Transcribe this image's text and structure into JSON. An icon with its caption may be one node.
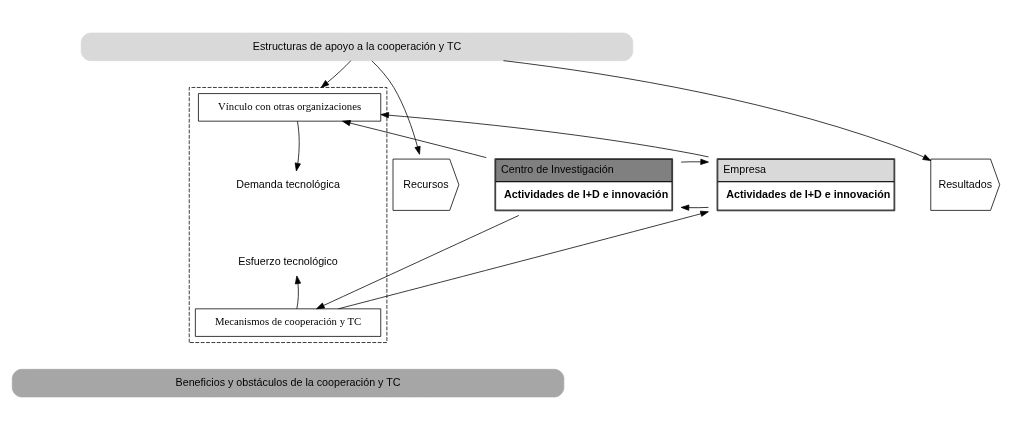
{
  "diagram": {
    "nodes": [
      {
        "text": [
          "Estructuras de apoyo a la cooperación y TC"
        ]
      },
      {
        "text": [],
        "shape": "box"
      },
      {
        "text": [
          "Vínculo con otras organizaciones"
        ],
        "in": 1
      },
      {
        "text": [
          "Demanda tecnológica"
        ],
        "in": 1
      },
      {
        "text": [
          "Esfuerzo tecnológico"
        ],
        "in": 1
      },
      {
        "text": [
          "Mecanismos de cooperación y TC"
        ],
        "in": 1
      },
      {
        "text": [
          "Recursos"
        ]
      },
      {
        "text": [
          "Centro de Investigación",
          "Actividades de I+D e innovación"
        ]
      },
      {
        "text": [
          "Empresa",
          "Actividades de I+D e innovación"
        ]
      },
      {
        "text": [
          "Resultados"
        ]
      },
      {
        "text": [
          "Beneficios y obstáculos de la cooperación y TC"
        ]
      }
    ],
    "edges": [
      {
        "from": 0,
        "to": 6,
        "arrow": "to"
      },
      {
        "from": 0,
        "to": 1,
        "arrow": "to"
      },
      {
        "from": 0,
        "to": 9,
        "arrow": "to"
      },
      {
        "from": 7,
        "to": 2,
        "arrow": "to"
      },
      {
        "from": 8,
        "to": 2,
        "arrow": "to"
      },
      {
        "from": 2,
        "to": 3,
        "arrow": "to"
      },
      {
        "from": 8,
        "to": 7,
        "arrow": "to"
      },
      {
        "from": 7,
        "to": 8,
        "arrow": "to"
      },
      {
        "from": 5,
        "to": 4,
        "arrow": "to"
      },
      {
        "from": 7,
        "to": 5,
        "arrow": "to"
      },
      {
        "from": 5,
        "to": 8,
        "arrow": "to"
      }
    ]
  }
}
